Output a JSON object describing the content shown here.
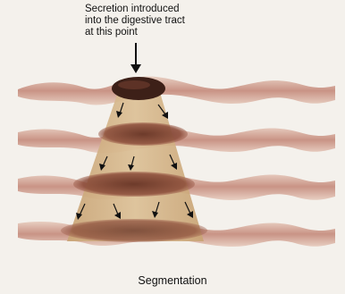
{
  "caption": {
    "lines": [
      "Secretion introduced",
      "into the digestive tract",
      "at this point"
    ]
  },
  "figure_title": "Segmentation",
  "colors": {
    "background": "#f4f1ec",
    "tract": "#c98f7c",
    "tract_dark": "#7a3b2c",
    "cone": "#cfae82",
    "arrow": "#111111"
  }
}
